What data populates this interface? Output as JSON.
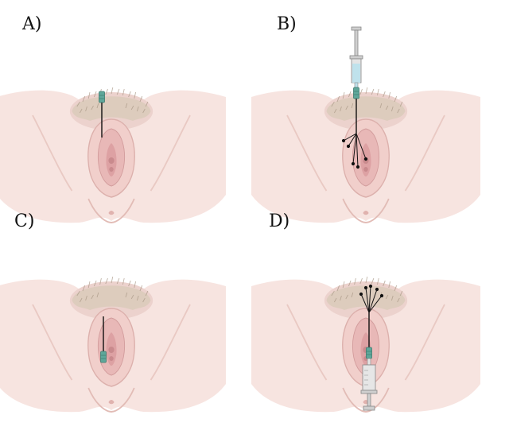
{
  "panels": [
    {
      "label": "A)"
    },
    {
      "label": "B)"
    },
    {
      "label": "C)"
    },
    {
      "label": "D)"
    }
  ],
  "colors": {
    "skin": "#f7e4e0",
    "skin_shadow": "#e9c9c3",
    "labia": "#efc9c6",
    "labia_inner": "#e3aeae",
    "hair": "#cfc3b3",
    "needle_hub": "#5fa79a",
    "syringe_fluid": "#bfe2ec",
    "syringe_body": "#dcdcdc",
    "line": "#111111"
  },
  "icons": [
    "anatomy-illustration",
    "needle-icon",
    "syringe-icon",
    "injection-fan-icon"
  ]
}
